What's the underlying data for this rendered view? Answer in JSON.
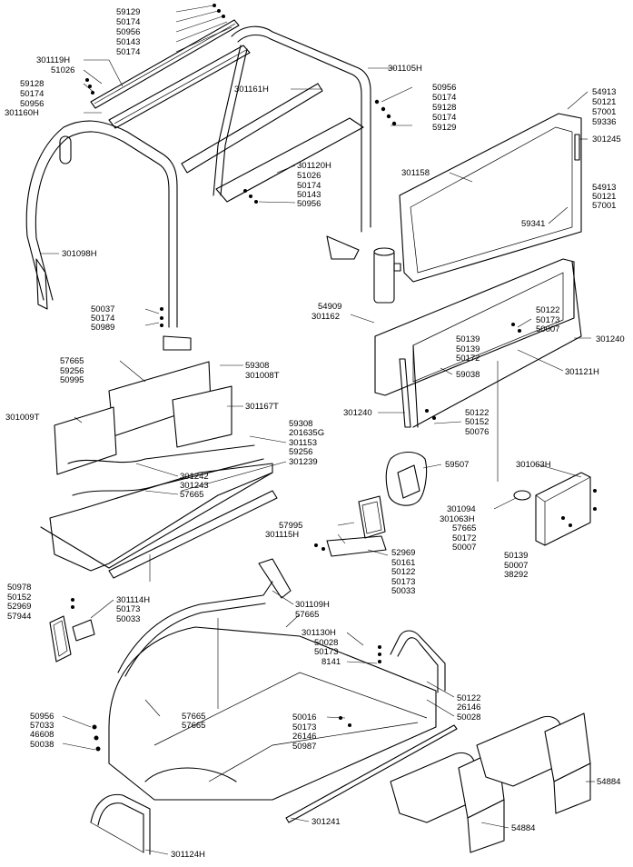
{
  "diagram": {
    "labels": [
      {
        "id": "l0",
        "text": "59129"
      },
      {
        "id": "l1",
        "text": "50174"
      },
      {
        "id": "l2",
        "text": "50956"
      },
      {
        "id": "l3",
        "text": "50143"
      },
      {
        "id": "l4",
        "text": "50174"
      },
      {
        "id": "l5",
        "text": "301119H"
      },
      {
        "id": "l6",
        "text": "51026"
      },
      {
        "id": "l7",
        "text": "59128"
      },
      {
        "id": "l8",
        "text": "50174"
      },
      {
        "id": "l9",
        "text": "50956"
      },
      {
        "id": "l10",
        "text": "301160H"
      },
      {
        "id": "l11",
        "text": "301105H"
      },
      {
        "id": "l12",
        "text": "301161H"
      },
      {
        "id": "l13",
        "text": "50956"
      },
      {
        "id": "l14",
        "text": "50174"
      },
      {
        "id": "l15",
        "text": "59128"
      },
      {
        "id": "l16",
        "text": "50174"
      },
      {
        "id": "l17",
        "text": "59129"
      },
      {
        "id": "l18",
        "text": "54913"
      },
      {
        "id": "l19",
        "text": "50121"
      },
      {
        "id": "l20",
        "text": "57001"
      },
      {
        "id": "l21",
        "text": "59336"
      },
      {
        "id": "l22",
        "text": "301245"
      },
      {
        "id": "l23",
        "text": "301120H"
      },
      {
        "id": "l24",
        "text": "51026"
      },
      {
        "id": "l25",
        "text": "50174"
      },
      {
        "id": "l26",
        "text": "50143"
      },
      {
        "id": "l27",
        "text": "50956"
      },
      {
        "id": "l28",
        "text": "301158"
      },
      {
        "id": "l29",
        "text": "54913"
      },
      {
        "id": "l30",
        "text": "50121"
      },
      {
        "id": "l31",
        "text": "57001"
      },
      {
        "id": "l32",
        "text": "59341"
      },
      {
        "id": "l33",
        "text": "301098H"
      },
      {
        "id": "l34",
        "text": "54909"
      },
      {
        "id": "l35",
        "text": "301162"
      },
      {
        "id": "l36",
        "text": "50037"
      },
      {
        "id": "l37",
        "text": "50174"
      },
      {
        "id": "l38",
        "text": "50989"
      },
      {
        "id": "l39",
        "text": "50122"
      },
      {
        "id": "l40",
        "text": "50173"
      },
      {
        "id": "l41",
        "text": "50007"
      },
      {
        "id": "l42",
        "text": "301240"
      },
      {
        "id": "l43",
        "text": "50139"
      },
      {
        "id": "l44",
        "text": "50139"
      },
      {
        "id": "l45",
        "text": "50172"
      },
      {
        "id": "l46",
        "text": "59038"
      },
      {
        "id": "l47",
        "text": "301121H"
      },
      {
        "id": "l48",
        "text": "57665"
      },
      {
        "id": "l49",
        "text": "59256"
      },
      {
        "id": "l50",
        "text": "50995"
      },
      {
        "id": "l51",
        "text": "59308"
      },
      {
        "id": "l52",
        "text": "301008T"
      },
      {
        "id": "l53",
        "text": "301167T"
      },
      {
        "id": "l54",
        "text": "301009T"
      },
      {
        "id": "l55",
        "text": "59308"
      },
      {
        "id": "l56",
        "text": "201635G"
      },
      {
        "id": "l57",
        "text": "301153"
      },
      {
        "id": "l58",
        "text": "59256"
      },
      {
        "id": "l59",
        "text": "301239"
      },
      {
        "id": "l60",
        "text": "301242"
      },
      {
        "id": "l61",
        "text": "301243"
      },
      {
        "id": "l62",
        "text": "57665"
      },
      {
        "id": "l63",
        "text": "301240"
      },
      {
        "id": "l64",
        "text": "50122"
      },
      {
        "id": "l65",
        "text": "50152"
      },
      {
        "id": "l66",
        "text": "50076"
      },
      {
        "id": "l67",
        "text": "59507"
      },
      {
        "id": "l68",
        "text": "301063H"
      },
      {
        "id": "l69",
        "text": "301094"
      },
      {
        "id": "l70",
        "text": "301063H"
      },
      {
        "id": "l71",
        "text": "57665"
      },
      {
        "id": "l72",
        "text": "50172"
      },
      {
        "id": "l73",
        "text": "50007"
      },
      {
        "id": "l74",
        "text": "50139"
      },
      {
        "id": "l75",
        "text": "50007"
      },
      {
        "id": "l76",
        "text": "38292"
      },
      {
        "id": "l77",
        "text": "57995"
      },
      {
        "id": "l78",
        "text": "301115H"
      },
      {
        "id": "l79",
        "text": "52969"
      },
      {
        "id": "l80",
        "text": "50161"
      },
      {
        "id": "l81",
        "text": "50122"
      },
      {
        "id": "l82",
        "text": "50173"
      },
      {
        "id": "l83",
        "text": "50033"
      },
      {
        "id": "l84",
        "text": "50978"
      },
      {
        "id": "l85",
        "text": "50152"
      },
      {
        "id": "l86",
        "text": "52969"
      },
      {
        "id": "l87",
        "text": "57944"
      },
      {
        "id": "l88",
        "text": "301114H"
      },
      {
        "id": "l89",
        "text": "50173"
      },
      {
        "id": "l90",
        "text": "50033"
      },
      {
        "id": "l91",
        "text": "301109H"
      },
      {
        "id": "l92",
        "text": "57665"
      },
      {
        "id": "l93",
        "text": "301130H"
      },
      {
        "id": "l94",
        "text": "50028"
      },
      {
        "id": "l95",
        "text": "50173"
      },
      {
        "id": "l96",
        "text": "8141"
      },
      {
        "id": "l97",
        "text": "50122"
      },
      {
        "id": "l98",
        "text": "26146"
      },
      {
        "id": "l99",
        "text": "50028"
      },
      {
        "id": "l100",
        "text": "50016"
      },
      {
        "id": "l101",
        "text": "50173"
      },
      {
        "id": "l102",
        "text": "26146"
      },
      {
        "id": "l103",
        "text": "50987"
      },
      {
        "id": "l104",
        "text": "50956"
      },
      {
        "id": "l105",
        "text": "57033"
      },
      {
        "id": "l106",
        "text": "46608"
      },
      {
        "id": "l107",
        "text": "50038"
      },
      {
        "id": "l108",
        "text": "57665"
      },
      {
        "id": "l109",
        "text": "57665"
      },
      {
        "id": "l110",
        "text": "54884"
      },
      {
        "id": "l111",
        "text": "54884"
      },
      {
        "id": "l112",
        "text": "301241"
      },
      {
        "id": "l113",
        "text": "301124H"
      }
    ]
  }
}
